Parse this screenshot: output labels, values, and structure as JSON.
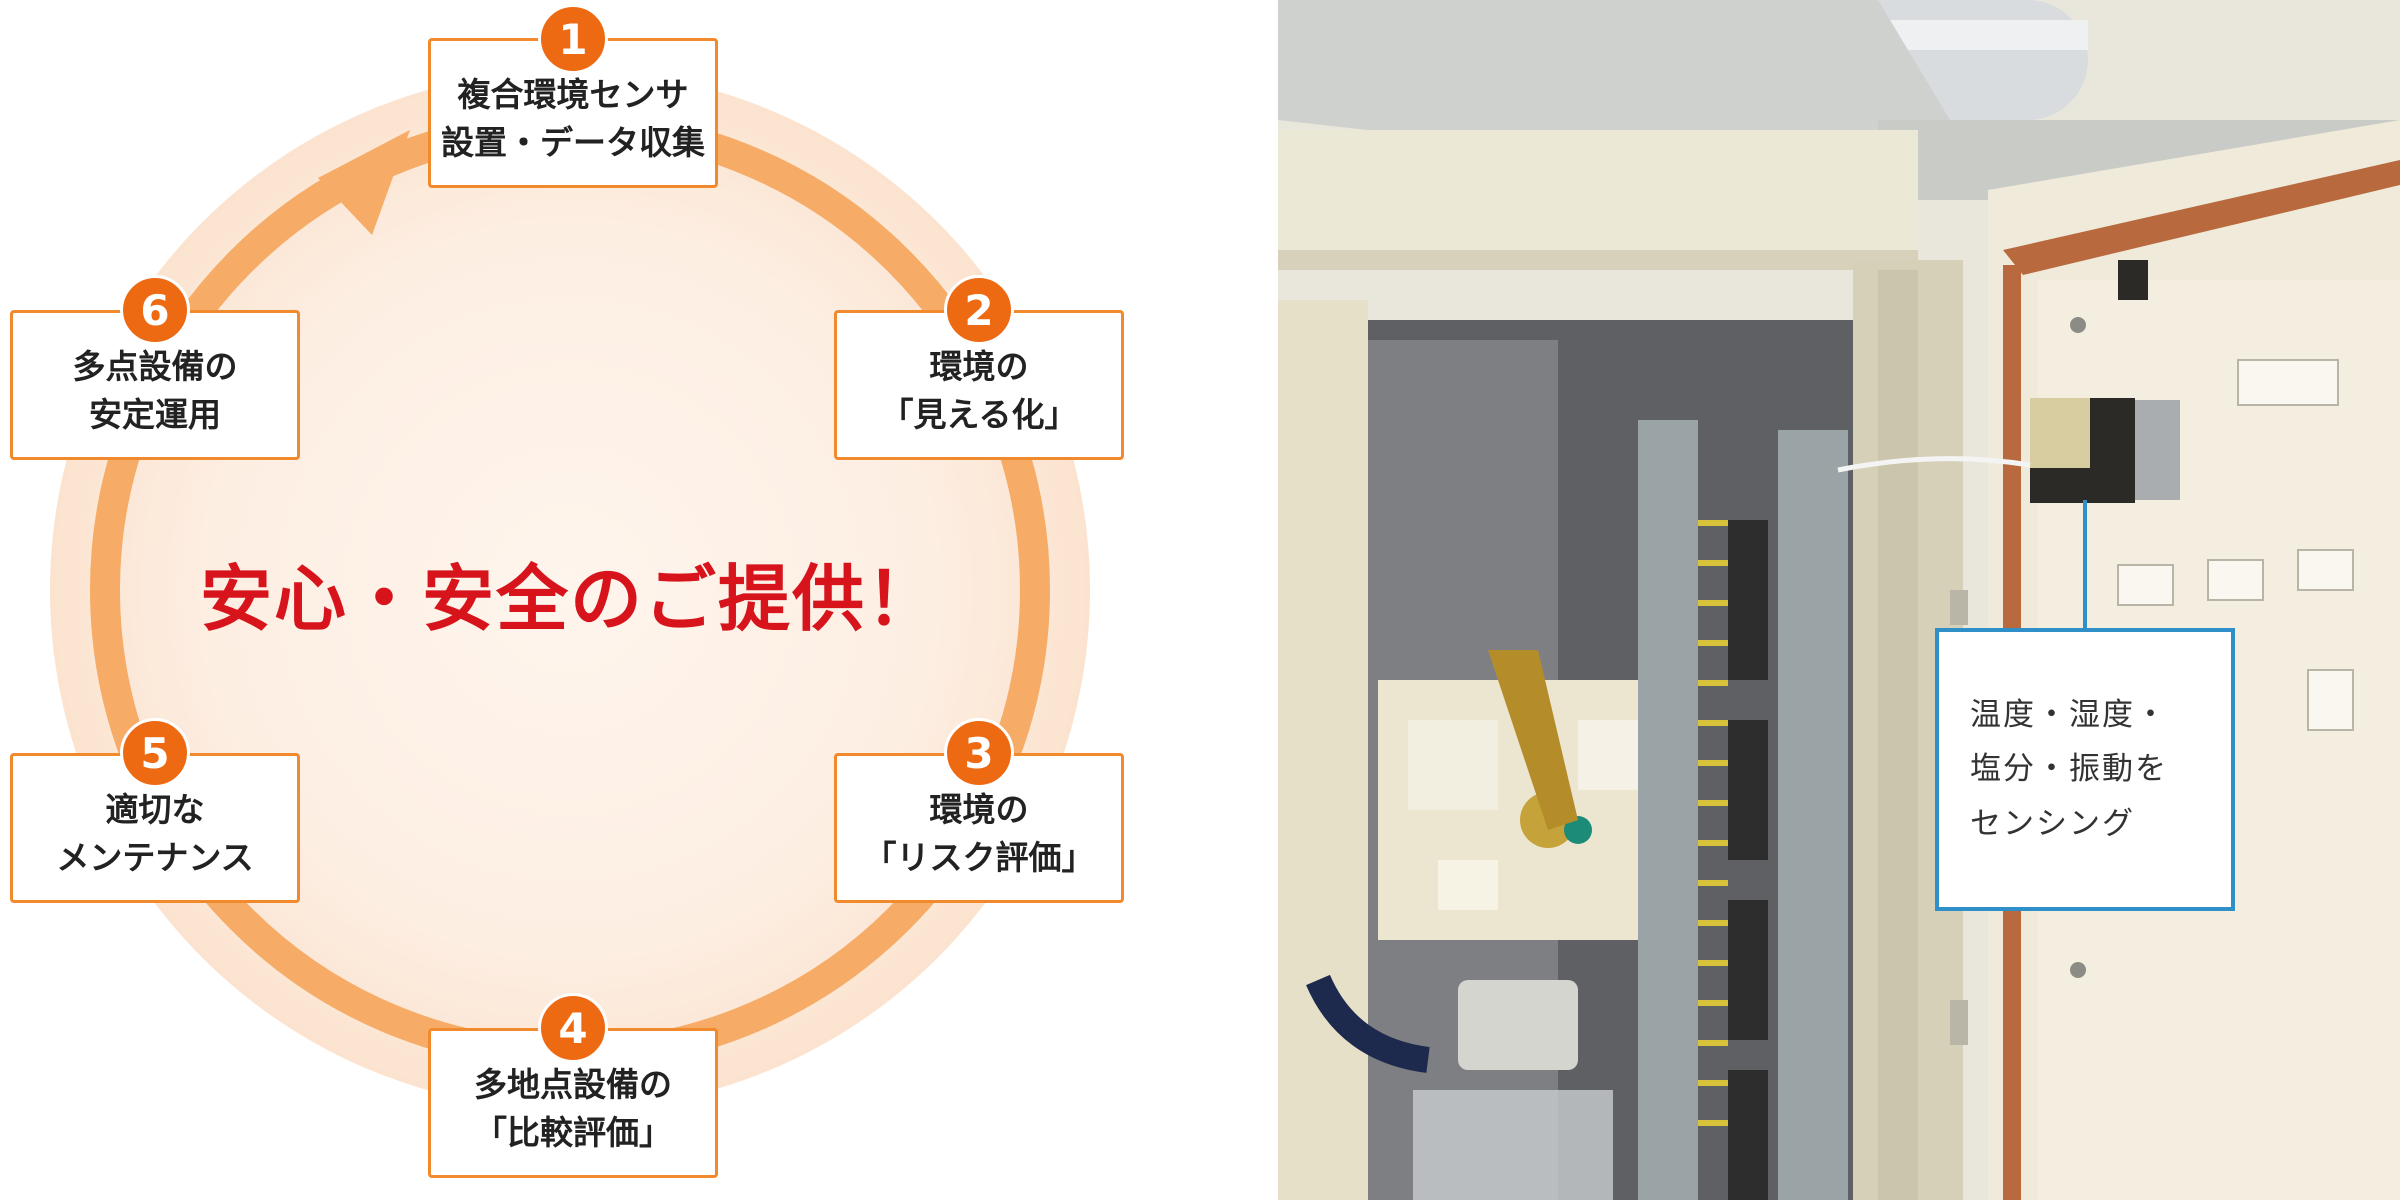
{
  "diagram": {
    "center_message": "安心・安全のご提供！",
    "steps": [
      {
        "number": "1",
        "label": "複合環境センサ\n設置・データ収集"
      },
      {
        "number": "2",
        "label": "環境の\n「見える化」"
      },
      {
        "number": "3",
        "label": "環境の\n「リスク評価」"
      },
      {
        "number": "4",
        "label": "多地点設備の\n「比較評価」"
      },
      {
        "number": "5",
        "label": "適切な\nメンテナンス"
      },
      {
        "number": "6",
        "label": "多点設備の\n安定運用"
      }
    ],
    "colors": {
      "ring": "#f6ab66",
      "disc": "#fdeee2",
      "badge": "#ed6a13",
      "box_border": "#f08a2c",
      "headline": "#d7141c"
    }
  },
  "photo": {
    "callout_text": "温度・湿度・\n塩分・振動を\nセンシング",
    "colors": {
      "callout_border": "#2f8fc8"
    }
  }
}
